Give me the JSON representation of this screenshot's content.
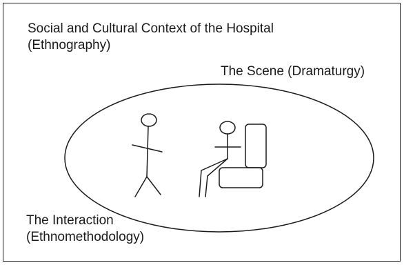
{
  "context": {
    "line1": "Social and Cultural Context of the Hospital",
    "line2": "(Ethnography)"
  },
  "scene": {
    "label": "The Scene (Dramaturgy)"
  },
  "interaction": {
    "line1": "The Interaction",
    "line2": "(Ethnomethodology)"
  },
  "colors": {
    "stroke": "#1a1a1a",
    "background": "#ffffff"
  },
  "icons": [
    "standing-stick-figure",
    "seated-stick-figure",
    "chair"
  ]
}
